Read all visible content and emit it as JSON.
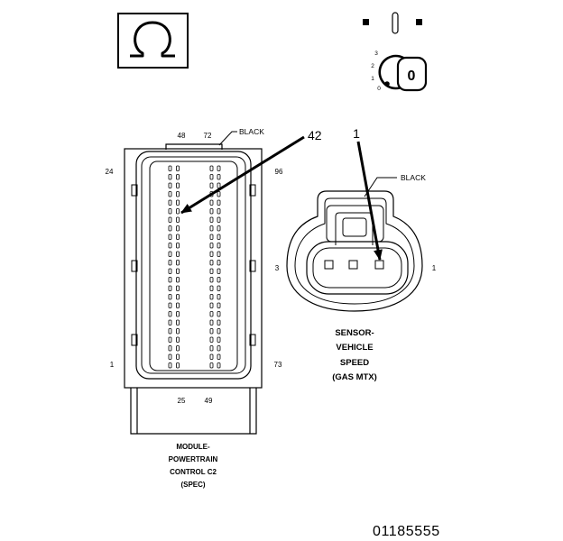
{
  "colors": {
    "line": "#000000",
    "background": "#ffffff"
  },
  "icons": {
    "ohmmeter": "ohm-symbol-icon",
    "ignition_switch": "ignition-key-icon"
  },
  "ignition_switch": {
    "position_labels": [
      "3",
      "2",
      "1",
      "0"
    ],
    "key_label": "0"
  },
  "pcm_connector": {
    "name_lines": [
      "MODULE-",
      "POWERTRAIN",
      "CONTROL C2",
      "(SPEC)"
    ],
    "color_label": "BLACK",
    "callout": "42",
    "pin_labels": {
      "top_col2": "48",
      "top_col3": "72",
      "left_top": "24",
      "right_top": "96",
      "left_bottom": "1",
      "right_bottom": "73",
      "bottom_col2": "25",
      "bottom_col3": "49"
    }
  },
  "vss_connector": {
    "name_lines": [
      "SENSOR-",
      "VEHICLE",
      "SPEED",
      "(GAS MTX)"
    ],
    "color_label": "BLACK",
    "callout": "1",
    "pin_labels": {
      "left": "3",
      "right": "1"
    }
  },
  "figure_number": "01185555"
}
